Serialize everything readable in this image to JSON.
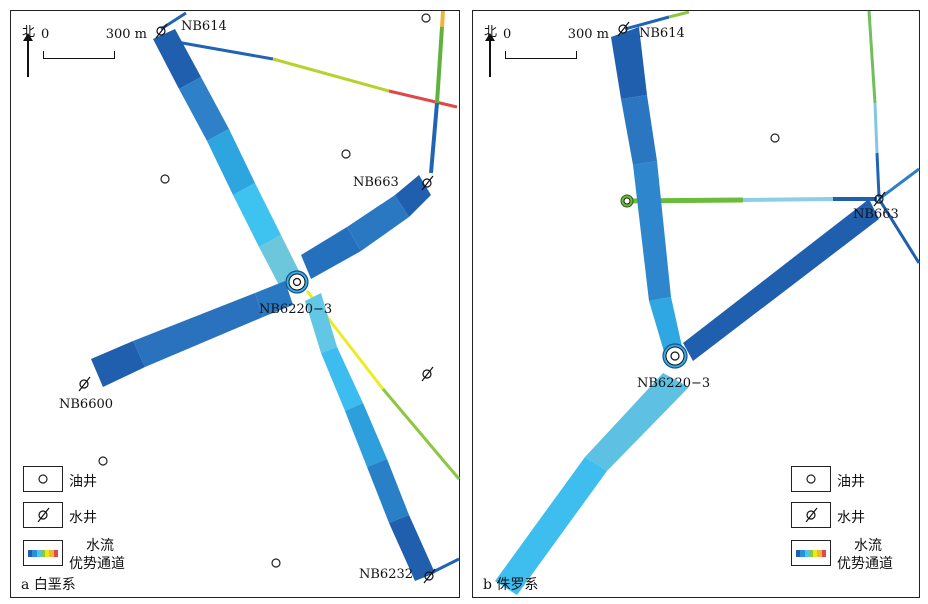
{
  "north_label": "北",
  "scale": {
    "zero": "0",
    "distance": "300 m"
  },
  "legend": {
    "oil_well": "油井",
    "water_well": "水井",
    "flow_line1": "水流",
    "flow_line2": "优势通道"
  },
  "colors": {
    "ramp": [
      "#1f5fad",
      "#2e8fd6",
      "#4cc6ee",
      "#8dc63f",
      "#e8e81a",
      "#f0b43c",
      "#e04848"
    ]
  },
  "panel_a": {
    "caption_letter": "a",
    "caption_text": "白垩系",
    "wells": [
      "NB614",
      "NB663",
      "NB6220−3",
      "NB6600",
      "NB6232"
    ]
  },
  "panel_b": {
    "caption_letter": "b",
    "caption_text": "侏罗系",
    "wells": [
      "NB614",
      "NB663",
      "NB6220−3"
    ]
  }
}
